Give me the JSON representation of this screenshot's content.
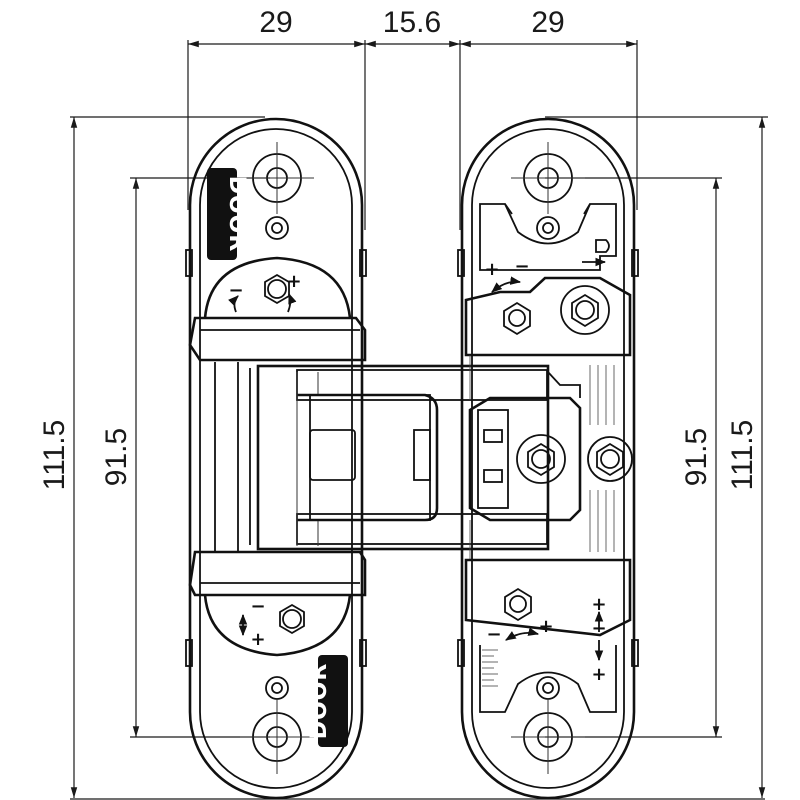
{
  "dimensions": {
    "top_left_width": "29",
    "top_gap": "15.6",
    "top_right_width": "29",
    "left_outer_height": "111.5",
    "left_inner_height": "91.5",
    "right_inner_height": "91.5",
    "right_outer_height": "111.5"
  },
  "labels": {
    "door_top": "DOOR",
    "door_bottom": "DOOR"
  },
  "symbols": {
    "plus": "+",
    "minus": "−"
  },
  "colors": {
    "line": "#1a1a1a",
    "background": "#ffffff",
    "label_fill": "#111111"
  }
}
